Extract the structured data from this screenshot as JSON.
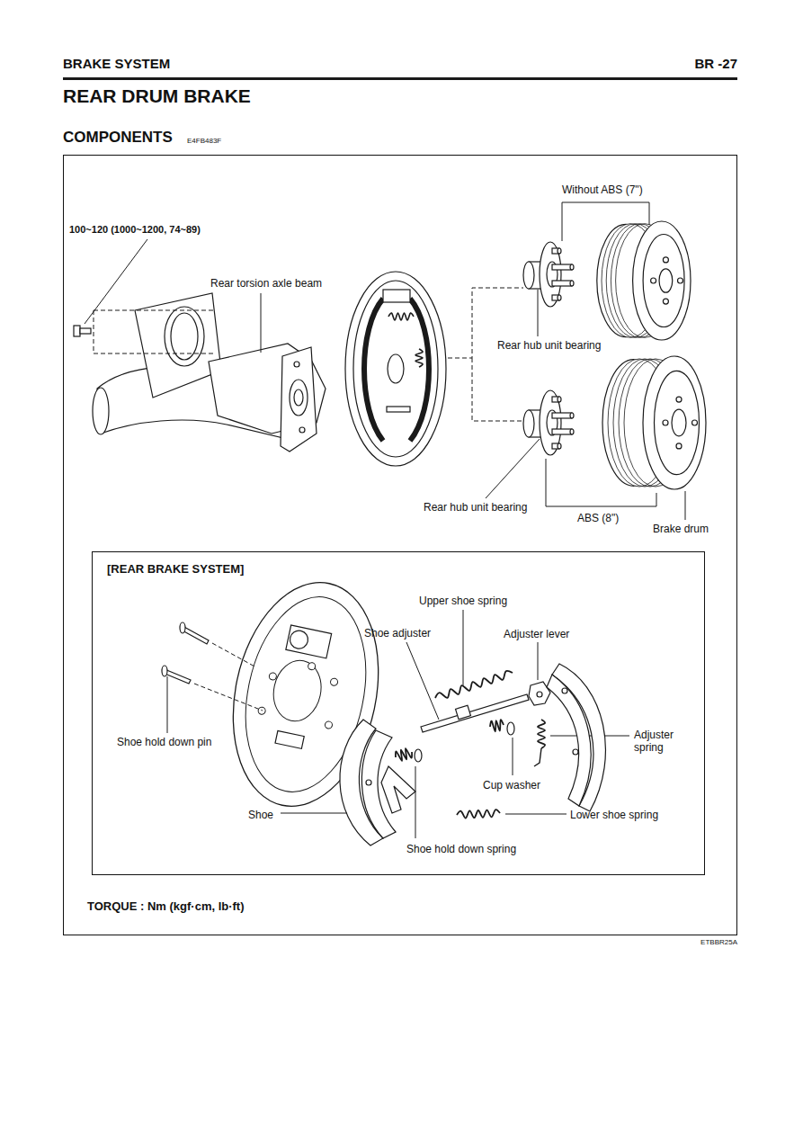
{
  "diagram": {
    "title": "REAR DRUM BRAKE",
    "nodes": [
      {
        "text": [
          "TORQUE : Nm (kgf·cm, lb·ft)"
        ]
      },
      {
        "text": [
          "[REAR BRAKE SYSTEM]"
        ],
        "in": 0
      }
    ],
    "labels": [
      "BRAKE SYSTEM",
      "BR -27",
      "COMPONENTS",
      "E4FB483F",
      "Without ABS (7\")",
      "100~120 (1000~1200, 74~89)",
      "Rear torsion axle beam",
      "Rear hub unit bearing",
      "Rear hub unit bearing",
      "ABS (8\")",
      "Brake drum",
      "Upper shoe spring",
      "Shoe adjuster",
      "Adjuster lever",
      "Adjuster spring",
      "Shoe hold down pin",
      "Cup washer",
      "Shoe",
      "Lower shoe spring",
      "Shoe hold down spring",
      "ETBBR25A"
    ]
  }
}
